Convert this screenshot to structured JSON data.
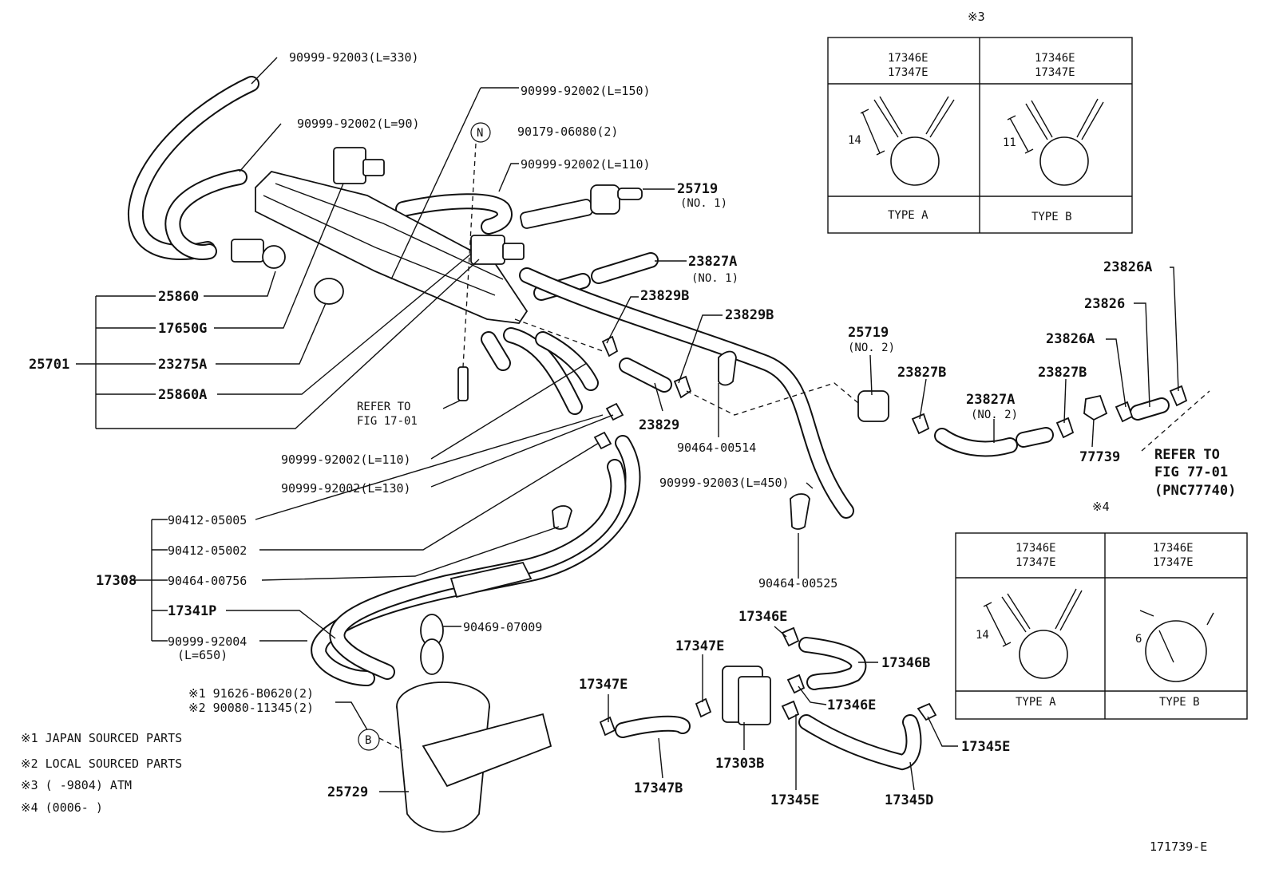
{
  "labels": {
    "p90999_92003_330": "90999-92003(L=330)",
    "p90999_92002_90": "90999-92002(L=90)",
    "p90999_92002_150": "90999-92002(L=150)",
    "n_marker": "N",
    "p90179_06080": "90179-06080(2)",
    "p90999_92002_110a": "90999-92002(L=110)",
    "p25719_1": "25719",
    "p25719_1_sub": "(NO. 1)",
    "p23827A_1": "23827A",
    "p23827A_1_sub": "(NO. 1)",
    "p23829B_a": "23829B",
    "p23829B_b": "23829B",
    "p25860": "25860",
    "p17650G": "17650G",
    "p25701": "25701",
    "p23275A": "23275A",
    "p25860A": "25860A",
    "refer1701_a": "REFER TO",
    "refer1701_b": "FIG 17-01",
    "p23829": "23829",
    "p90464_00514": "90464-00514",
    "p90999_92002_110b": "90999-92002(L=110)",
    "p90999_92002_130": "90999-92002(L=130)",
    "p90999_92003_450": "90999-92003(L=450)",
    "p90412_05005": "90412-05005",
    "p90412_05002": "90412-05002",
    "p17308": "17308",
    "p90464_00756": "90464-00756",
    "p17341P": "17341P",
    "p90999_92004": "90999-92004",
    "p90999_92004_sub": "(L=650)",
    "p90469_07009": "90469-07009",
    "p90464_00525": "90464-00525",
    "p91626": "※1 91626-B0620(2)",
    "p90080": "※2 90080-11345(2)",
    "b_marker": "B",
    "p25729": "25729",
    "note1": "※1  JAPAN SOURCED PARTS",
    "note2": "※2  LOCAL SOURCED PARTS",
    "note3": "※3  (     -9804) ATM",
    "note4": "※4  (0006-     )",
    "p17346E_a": "17346E",
    "p17347E_a": "17347E",
    "p17347E_b": "17347E",
    "p17346B": "17346B",
    "p17346E_b": "17346E",
    "p17303B": "17303B",
    "p17347B": "17347B",
    "p17345E_a": "17345E",
    "p17345E_b": "17345E",
    "p17345D": "17345D",
    "p25719_2": "25719",
    "p25719_2_sub": "(NO. 2)",
    "p23827B_a": "23827B",
    "p23827A_2": "23827A",
    "p23827A_2_sub": "(NO. 2)",
    "p23827B_b": "23827B",
    "p23826A_a": "23826A",
    "p23826": "23826",
    "p23826A_b": "23826A",
    "p77739": "77739",
    "refer7701_a": "REFER TO",
    "refer7701_b": "FIG 77-01",
    "refer7701_c": "(PNC77740)",
    "diagram_id": "171739-E"
  },
  "table3": {
    "marker": "※3",
    "h1a": "17346E",
    "h1b": "17347E",
    "h2a": "17346E",
    "h2b": "17347E",
    "dimA": "14",
    "dimB": "11",
    "typeA": "TYPE  A",
    "typeB": "TYPE  B"
  },
  "table4": {
    "marker": "※4",
    "h1a": "17346E",
    "h1b": "17347E",
    "h2a": "17346E",
    "h2b": "17347E",
    "dimA": "14",
    "dimB": "6",
    "typeA": "TYPE  A",
    "typeB": "TYPE  B"
  }
}
